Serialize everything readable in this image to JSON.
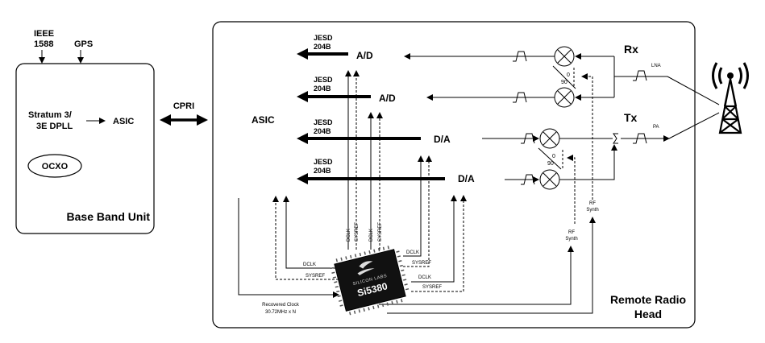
{
  "bbu": {
    "title": "Base Band Unit",
    "ieee_label_1": "IEEE",
    "ieee_label_2": "1588",
    "gps_label": "GPS",
    "dpll_label_1": "Stratum 3/",
    "dpll_label_2": "3E DPLL",
    "asic_label": "ASIC",
    "ocxo_label": "OCXO"
  },
  "link": {
    "cpri_label": "CPRI"
  },
  "rrh": {
    "title_1": "Remote Radio",
    "title_2": "Head",
    "asic_label": "ASIC",
    "jesd_1": "JESD",
    "jesd_2": "204B",
    "converters": [
      "A/D",
      "A/D",
      "D/A",
      "D/A"
    ],
    "rx_label": "Rx",
    "tx_label": "Tx",
    "lna_label": "LNA",
    "pa_label": "PA",
    "phase_0": "0",
    "phase_90": "90",
    "rf_synth_1": "RF",
    "rf_synth_2": "Synth",
    "dclk": "DCLK",
    "sysref": "SYSREF",
    "recovered_clock_1": "Recovered Clock",
    "recovered_clock_2": "30.72MHz x N",
    "chip_brand": "SILICON LABS",
    "chip_part": "Si5380"
  },
  "icons": {
    "antenna": "antenna-tower-icon",
    "mixer": "mixer-icon",
    "filter": "bandpass-filter-icon"
  }
}
